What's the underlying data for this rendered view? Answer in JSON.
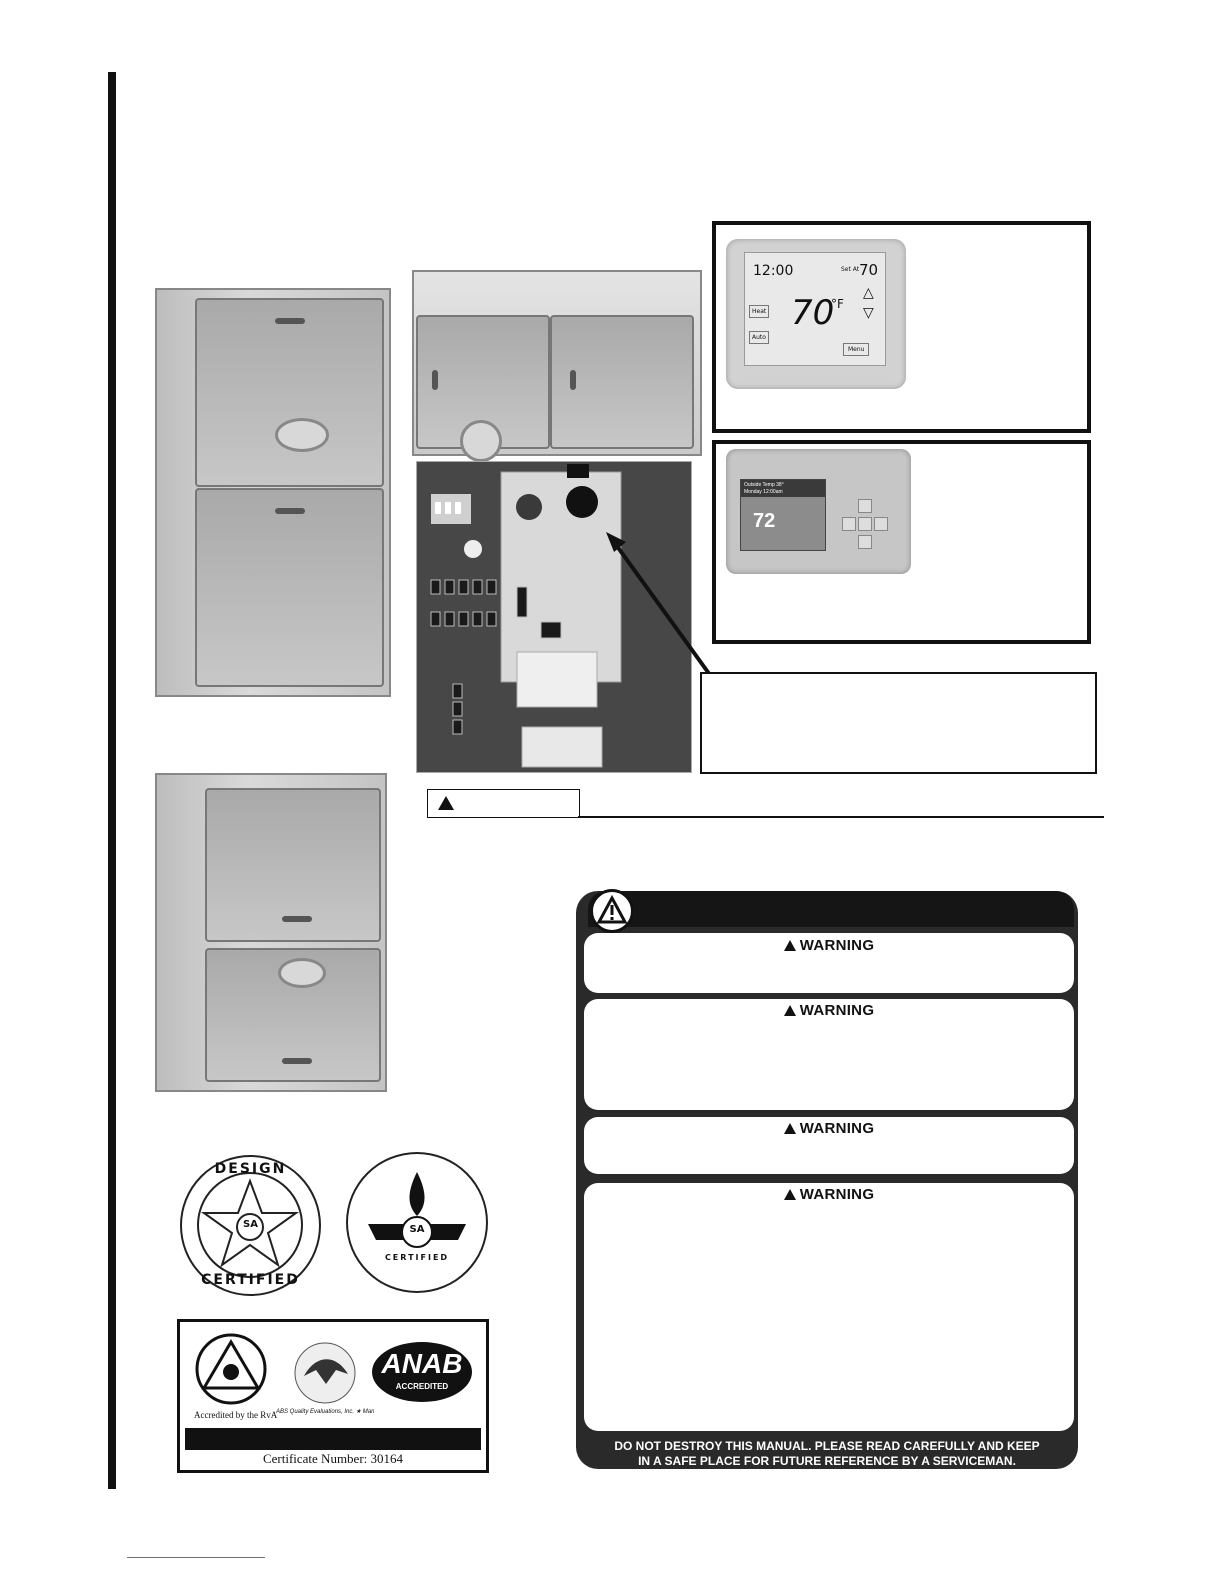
{
  "warning_panel": {
    "warnings": [
      {
        "label": "WARNING"
      },
      {
        "label": "WARNING"
      },
      {
        "label": "WARNING"
      },
      {
        "label": "WARNING"
      }
    ],
    "footer": {
      "line1": "DO NOT DESTROY THIS MANUAL. PLEASE READ CAREFULLY AND KEEP",
      "line2": "IN A SAFE PLACE FOR FUTURE REFERENCE BY A SERVICEMAN."
    }
  },
  "thermostat_1": {
    "time": "12:00",
    "setpoint": "70",
    "temperature": "70",
    "unit": "°F",
    "mode_buttons": [
      "Heat",
      "Auto"
    ],
    "menu_label": "Menu",
    "set_label": "Set At"
  },
  "thermostat_2": {
    "outside_line": "Outside Temp 38°",
    "date_line": "Monday 12:00am",
    "temperature": "72"
  },
  "seals": {
    "design_top": "DESIGN",
    "design_bottom": "CERTIFIED",
    "csa_letters": "SA",
    "flame_bottom": "CERTIFIED"
  },
  "certificate": {
    "accredited_text": "Accredited by the RvA",
    "abs_ring_text": "ABS Quality Evaluations, Inc. ★ Management System Certification ★",
    "anab_logo": "ANAB",
    "anab_sub": "ACCREDITED",
    "number_line": "Certificate Number: 30164"
  },
  "colors": {
    "ink": "#111111",
    "panel": "#2a2a2a",
    "link": "#5b6bd0"
  }
}
